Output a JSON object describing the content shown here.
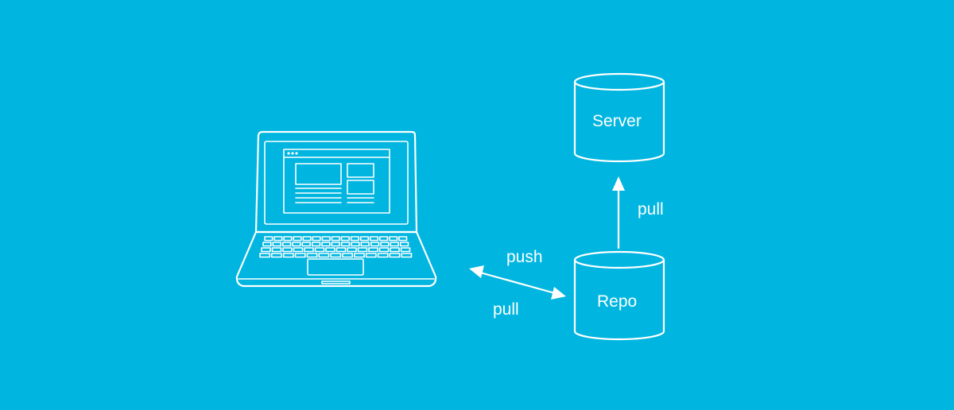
{
  "colors": {
    "background": "#00b6e0",
    "foreground": "#ffffff"
  },
  "icons": {
    "laptop": "laptop-icon",
    "server": "database-cylinder-icon",
    "repo": "database-cylinder-icon"
  },
  "nodes": {
    "server": "Server",
    "repo": "Repo"
  },
  "edges": {
    "laptop_to_repo_top": "push",
    "laptop_to_repo_bottom": "pull",
    "repo_to_server": "pull"
  }
}
